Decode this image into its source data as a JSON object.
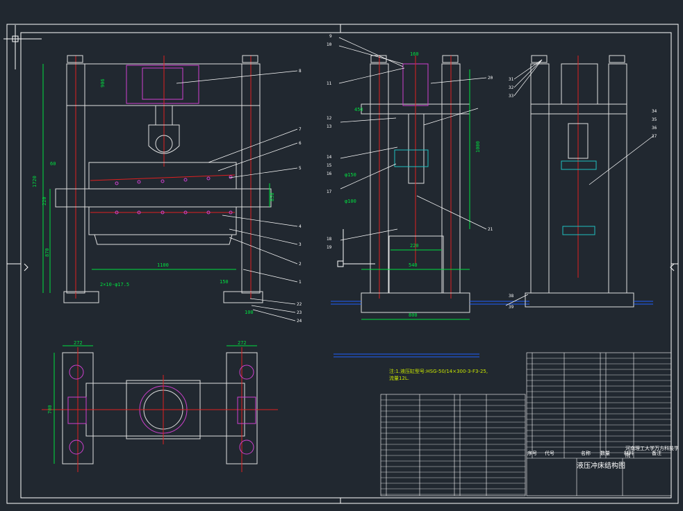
{
  "drawing": {
    "background": "#212830",
    "colors": {
      "frame": "#ffffff",
      "outline": "#e0e0e0",
      "center": "#e02020",
      "dim": "#00e040",
      "magenta": "#d040d0",
      "cyan": "#20c0c0",
      "blue": "#2060ff",
      "yellow": "#e0e000"
    },
    "title": "液压冲床结构图",
    "school": "河南理工大学万方科技学院",
    "note_line1": "注:1.液压缸型号:HSG-50/14×300-3-F3-25,",
    "note_line2": "   流量12L."
  },
  "front_view": {
    "dims": {
      "overall_height": "1720",
      "upper": "906",
      "lower": "870",
      "width": "1100",
      "side": "60",
      "mid": "220",
      "gap": "850",
      "bolt": "2×10-φ17.5",
      "d1": "150",
      "d2": "100"
    },
    "labels": [
      "8",
      "7",
      "6",
      "5",
      "4",
      "3",
      "2",
      "1",
      "22",
      "23",
      "24"
    ]
  },
  "side_view": {
    "dims": {
      "top": "160",
      "h1": "1000",
      "w1": "450",
      "dia": "φ100",
      "d2": "φ150",
      "w2": "220",
      "w3": "540",
      "w4": "800"
    },
    "labels": [
      "9",
      "10",
      "11",
      "12",
      "13",
      "14",
      "15",
      "16",
      "17",
      "18",
      "19",
      "20",
      "21"
    ]
  },
  "right_view": {
    "labels": [
      "31",
      "32",
      "33",
      "34",
      "35",
      "36",
      "37",
      "38",
      "39"
    ]
  },
  "plan_view": {
    "dims": {
      "left": "272",
      "right": "272",
      "height": "700"
    }
  },
  "table_headers": {
    "seq": "序号",
    "code": "代号",
    "name": "名称",
    "qty": "数量",
    "material": "材料",
    "remark": "备注"
  }
}
